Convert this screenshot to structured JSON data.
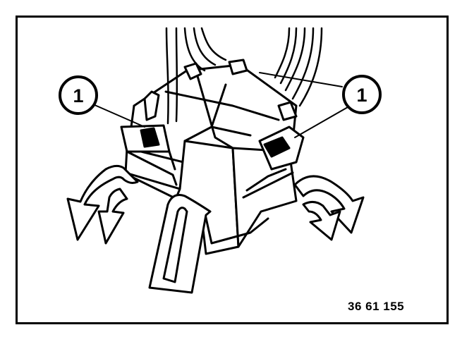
{
  "callouts": [
    {
      "label": "1"
    },
    {
      "label": "1"
    }
  ],
  "figure_id": "36 61 155",
  "colors": {
    "line": "#000000",
    "background": "#ffffff"
  }
}
